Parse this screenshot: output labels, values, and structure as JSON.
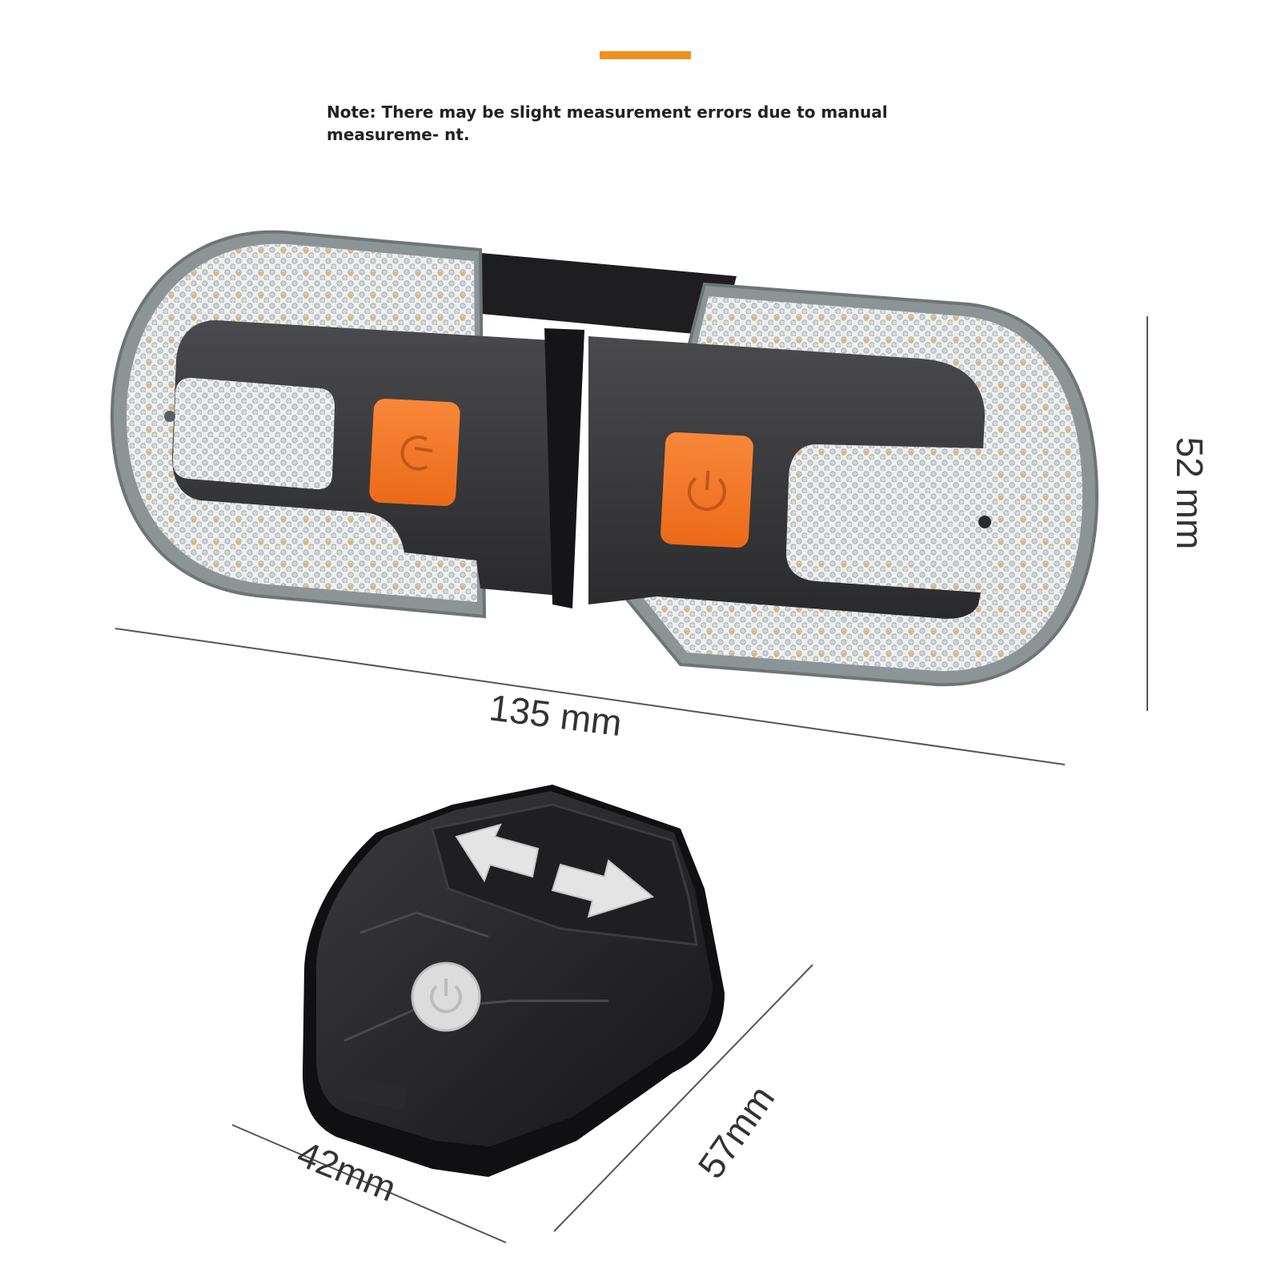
{
  "header": {
    "accent_color": "#f0901e",
    "note": "Note: There may be slight measurement errors due to manual measureme- nt."
  },
  "tail_light": {
    "width_label": "135 mm",
    "height_label": "52 mm",
    "button_color": "#f47a24"
  },
  "remote": {
    "width_label": "42mm",
    "length_label": "57mm",
    "icons": [
      "arrow-left-icon",
      "arrow-right-icon",
      "power-icon"
    ]
  }
}
